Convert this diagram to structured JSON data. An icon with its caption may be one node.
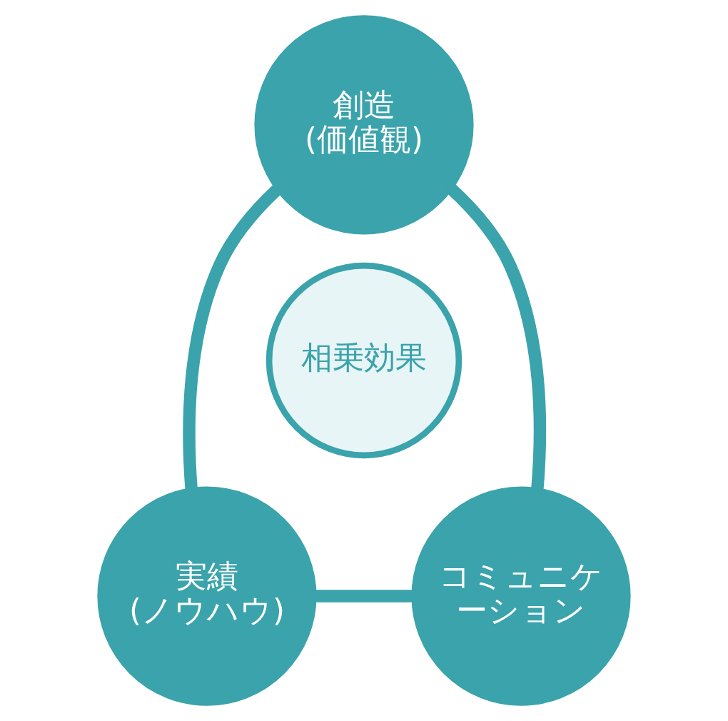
{
  "diagram": {
    "nodes": [
      {
        "text": [
          "創造",
          "(価値観)"
        ]
      },
      {
        "text": [
          "相乗効果"
        ]
      },
      {
        "text": [
          "実績",
          "(ノウハウ)"
        ]
      },
      {
        "text": [
          "コミュニケーション"
        ]
      }
    ],
    "edges": [
      {
        "from": 0,
        "to": 2,
        "arrow": "none"
      },
      {
        "from": 0,
        "to": 3,
        "arrow": "none"
      },
      {
        "from": 2,
        "to": 3,
        "arrow": "none"
      }
    ]
  }
}
